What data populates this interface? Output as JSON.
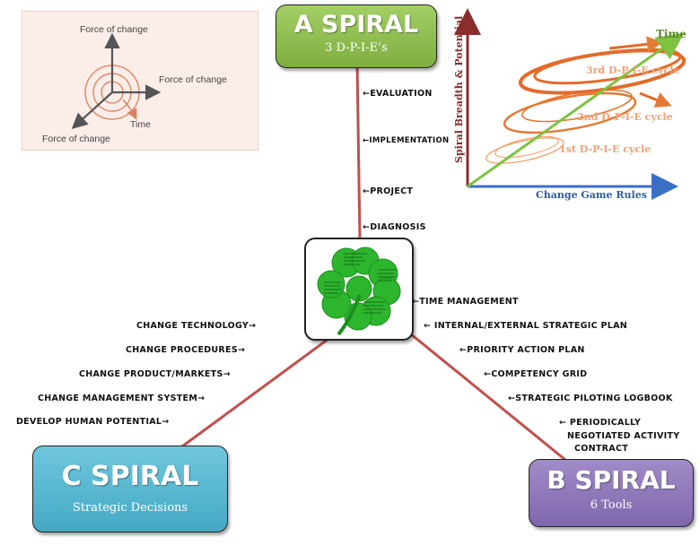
{
  "spiral_a": {
    "title": "A SPIRAL",
    "subtitle": "3 D-P-I-E’s"
  },
  "spiral_b": {
    "title": "B SPIRAL",
    "subtitle": "6 Tools"
  },
  "spiral_c": {
    "title": "C SPIRAL",
    "subtitle": "Strategic Decisions"
  },
  "a_items": [
    "←EVALUATION",
    "←IMPLEMENTATION",
    "←PROJECT",
    "←DIAGNOSIS"
  ],
  "b_items": [
    "←TIME MANAGEMENT",
    "← INTERNAL/EXTERNAL STRATEGIC PLAN",
    "←PRIORITY ACTION PLAN",
    "←COMPETENCY GRID",
    "←STRATEGIC PILOTING LOGBOOK",
    "← PERIODICALLY",
    "NEGOTIATED ACTIVITY",
    "CONTRACT"
  ],
  "c_items": [
    "CHANGE TECHNOLOGY→",
    "CHANGE PROCEDURES→",
    "CHANGE PRODUCT/MARKETS→",
    "CHANGE MANAGEMENT SYSTEM→",
    "DEVELOP HUMAN POTENTIAL→"
  ],
  "force_diagram": {
    "label_top": "Force of change",
    "label_right": "Force of change",
    "label_left": "Force of change",
    "label_time": "Time"
  },
  "spiral_chart": {
    "axis_y": "Spiral Breadth & Potential",
    "axis_x": "Change Game Rules",
    "axis_time": "Time",
    "cycle_3": "3rd D-P-I-E cycle",
    "cycle_2": "2nd D-P-I-E cycle",
    "cycle_1": "1st D-P-I-E cycle"
  },
  "colors": {
    "a_green": "#8fbf4e",
    "b_purple": "#9079b8",
    "c_blue": "#56b8d1",
    "connector": "#c0504d",
    "clover": "#22aa22"
  }
}
